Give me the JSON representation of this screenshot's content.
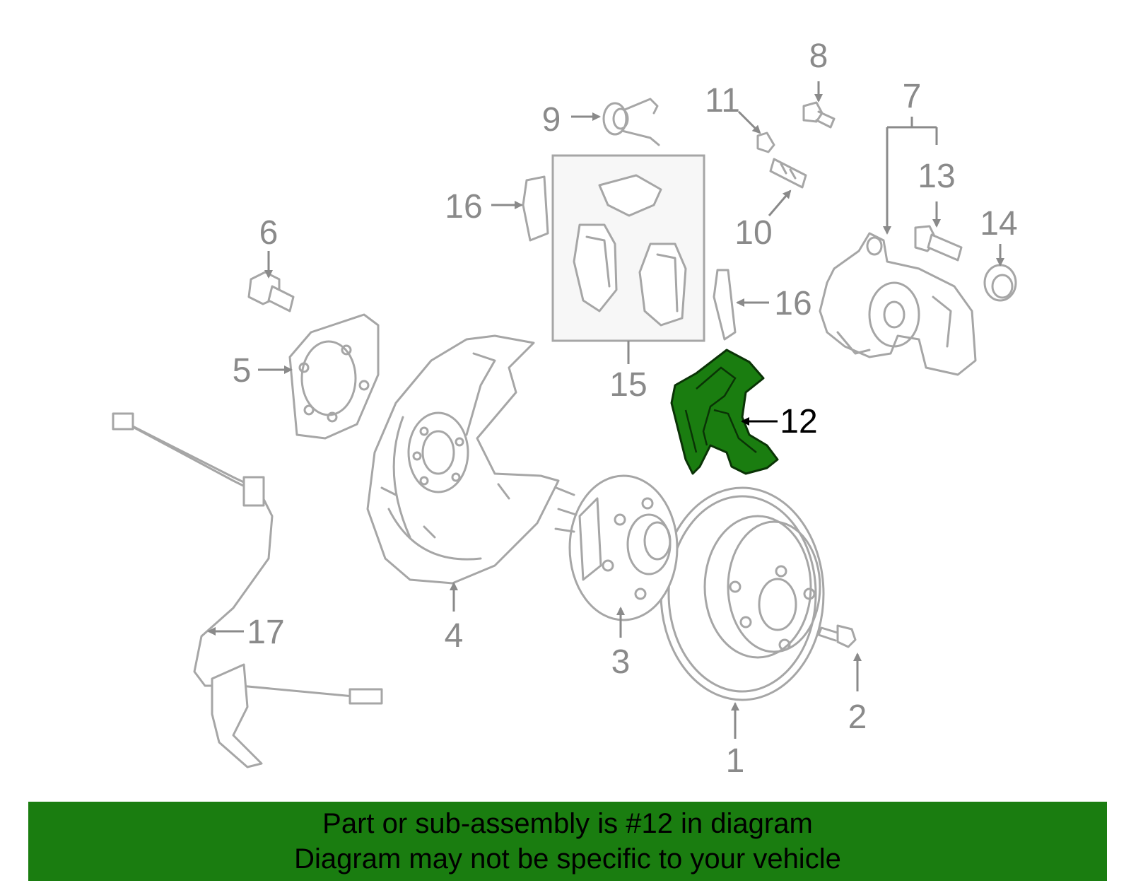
{
  "callouts": {
    "c1": "1",
    "c2": "2",
    "c3": "3",
    "c4": "4",
    "c5": "5",
    "c6": "6",
    "c7": "7",
    "c8": "8",
    "c9": "9",
    "c10": "10",
    "c11": "11",
    "c12": "12",
    "c13": "13",
    "c14": "14",
    "c15": "15",
    "c16a": "16",
    "c16b": "16",
    "c17": "17"
  },
  "highlight": {
    "part_number": "12",
    "color": "#1a7d10"
  },
  "footer": {
    "background": "#1a7d10",
    "line1": "Part or sub-assembly is #12 in diagram",
    "line2": "Diagram may not be specific to your vehicle"
  }
}
